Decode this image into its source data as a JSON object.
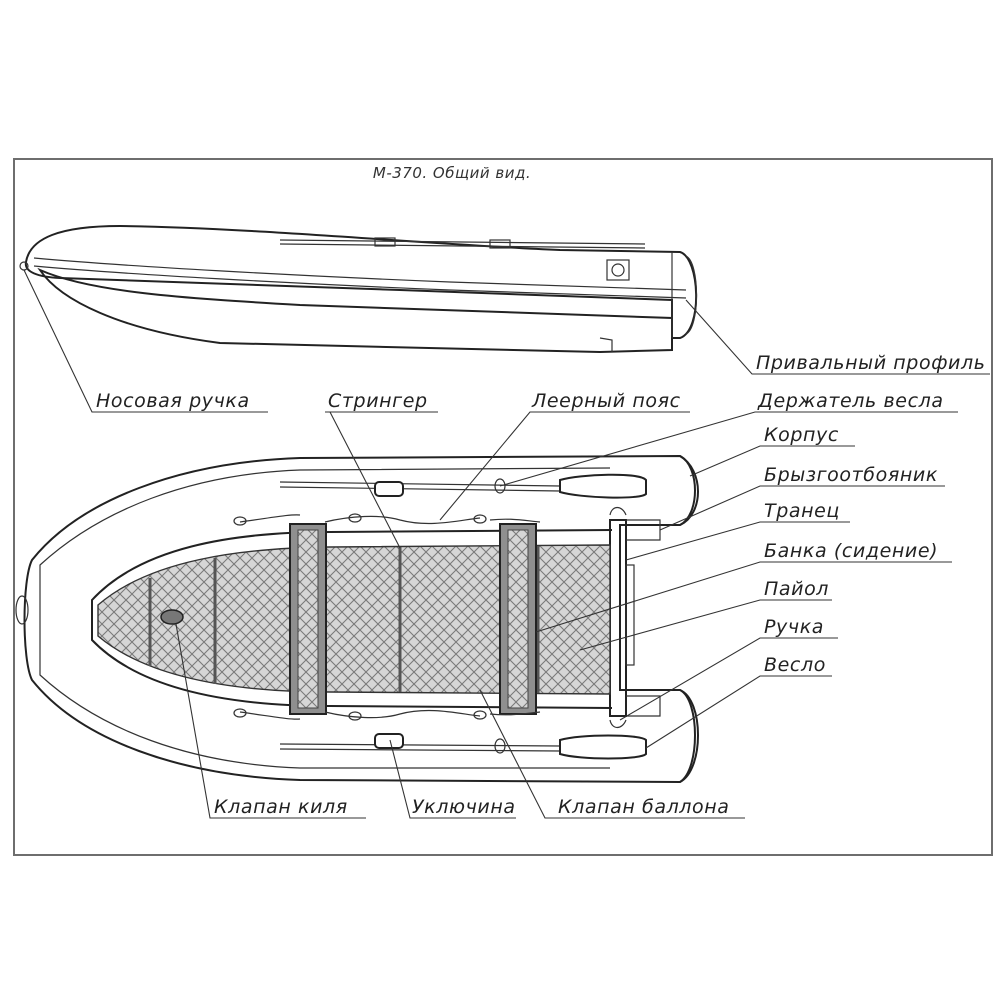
{
  "title": "М-370. Общий вид.",
  "labels": {
    "privalny_profil": "Привальный профиль",
    "nosovaya_ruchka": "Носовая ручка",
    "stringer": "Стрингер",
    "leerny_poyas": "Леерный пояс",
    "derzhatel_vesla": "Держатель весла",
    "korpus": "Корпус",
    "bryzgootboynik": "Брызгоотбояник",
    "tranets": "Транец",
    "banka": "Банка (сидение)",
    "payol": "Пайол",
    "ruchka": "Ручка",
    "veslo": "Весло",
    "klapan_kilya": "Клапан киля",
    "uklyuchina": "Уключина",
    "klapan_ballona": "Клапан баллона"
  },
  "colors": {
    "ink": "#222222",
    "frame": "#6e6e6e",
    "floor_fill": "#c8c8c8",
    "tube_fill": "#ffffff"
  }
}
